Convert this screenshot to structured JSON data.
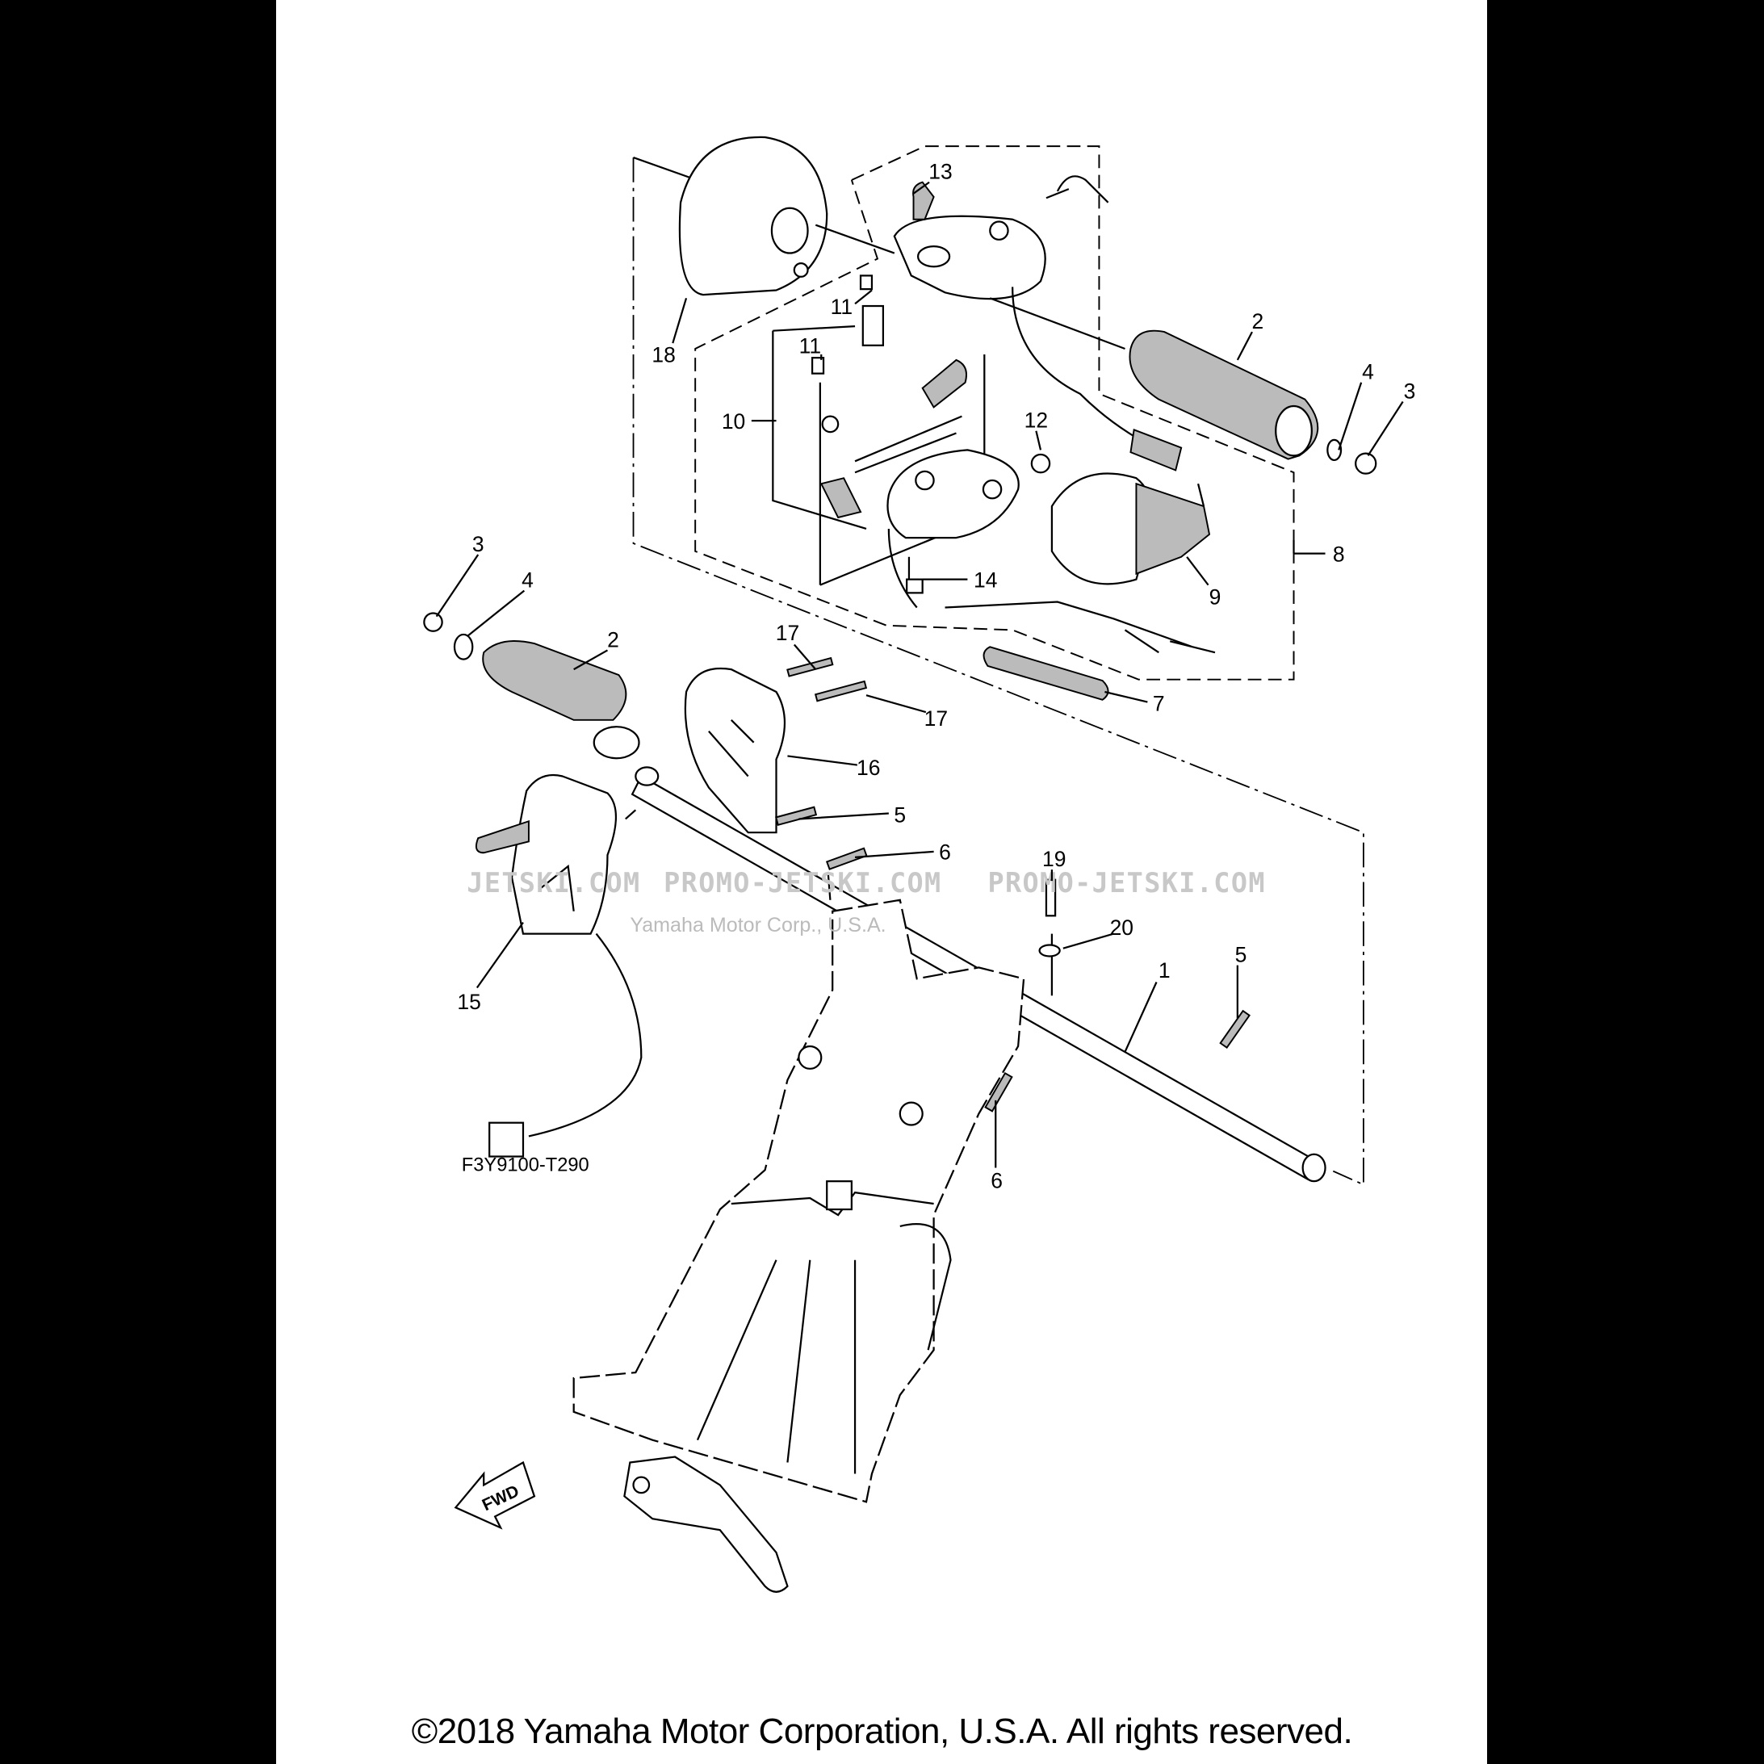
{
  "diagram": {
    "figure_code": "F3Y9100-T290",
    "fwd_label": "FWD",
    "watermark": [
      "JETSKI.COM",
      "PROMO-JETSKI.COM",
      "Yamaha Motor Corp., U.S.A.",
      "PROMO-JETSKI.COM"
    ],
    "callouts": [
      "13",
      "2",
      "4",
      "3",
      "11",
      "11",
      "18",
      "10",
      "12",
      "8",
      "9",
      "14",
      "3",
      "4",
      "2",
      "17",
      "17",
      "16",
      "7",
      "5",
      "6",
      "19",
      "20",
      "1",
      "5",
      "15",
      "6"
    ]
  },
  "footer": {
    "copyright": "©2018 Yamaha Motor Corporation, U.S.A. All rights reserved."
  }
}
